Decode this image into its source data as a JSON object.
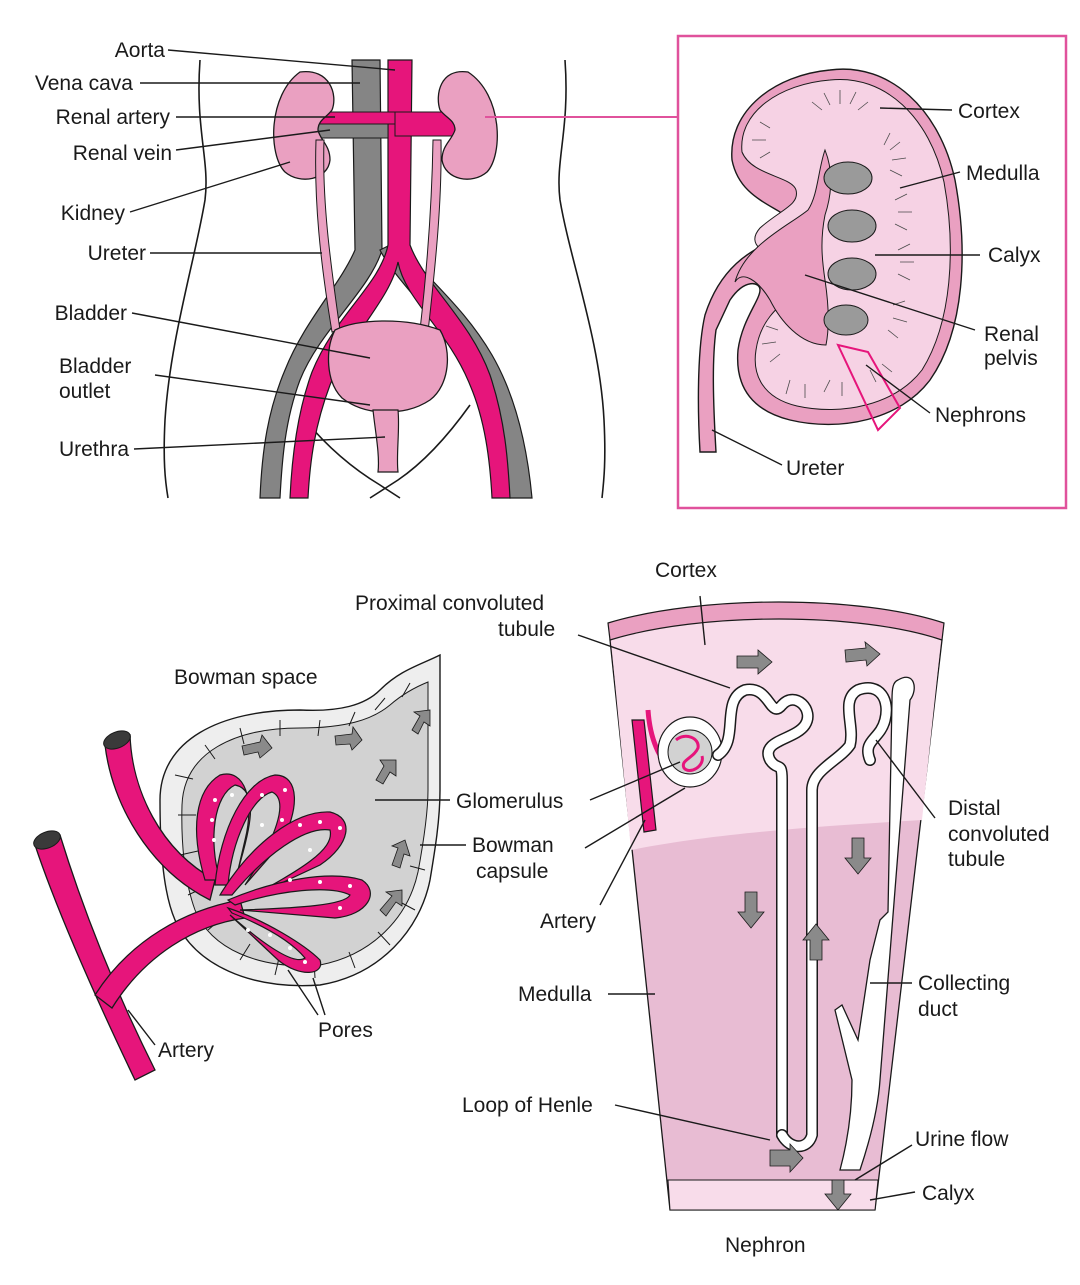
{
  "colors": {
    "magenta": "#e6157b",
    "pink": "#eaa0c1",
    "light_pink": "#f6d2e4",
    "pale_pink": "#f8dcea",
    "medulla_pink": "#e8bcd3",
    "gray": "#858585",
    "light_gray": "#d2d2d2",
    "box_border": "#e0529c"
  },
  "labels": {
    "aorta": "Aorta",
    "vena_cava": "Vena cava",
    "renal_artery": "Renal artery",
    "renal_vein": "Renal vein",
    "kidney": "Kidney",
    "ureter": "Ureter",
    "bladder": "Bladder",
    "bladder_outlet_1": "Bladder",
    "bladder_outlet_2": "outlet",
    "urethra": "Urethra",
    "k_cortex": "Cortex",
    "k_medulla": "Medulla",
    "k_calyx": "Calyx",
    "k_renal_pelvis_1": "Renal",
    "k_renal_pelvis_2": "pelvis",
    "k_nephrons": "Nephrons",
    "k_ureter": "Ureter",
    "bowman_space": "Bowman space",
    "glomerulus": "Glomerulus",
    "bowman_capsule_1": "Bowman",
    "bowman_capsule_2": "capsule",
    "g_artery": "Artery",
    "pores": "Pores",
    "n_cortex": "Cortex",
    "pct_1": "Proximal convoluted",
    "pct_2": "tubule",
    "n_artery": "Artery",
    "n_medulla": "Medulla",
    "loop_of_henle": "Loop of Henle",
    "dct_1": "Distal",
    "dct_2": "convoluted",
    "dct_3": "tubule",
    "collecting_duct_1": "Collecting",
    "collecting_duct_2": "duct",
    "urine_flow": "Urine flow",
    "n_calyx": "Calyx",
    "nephron_caption": "Nephron"
  }
}
